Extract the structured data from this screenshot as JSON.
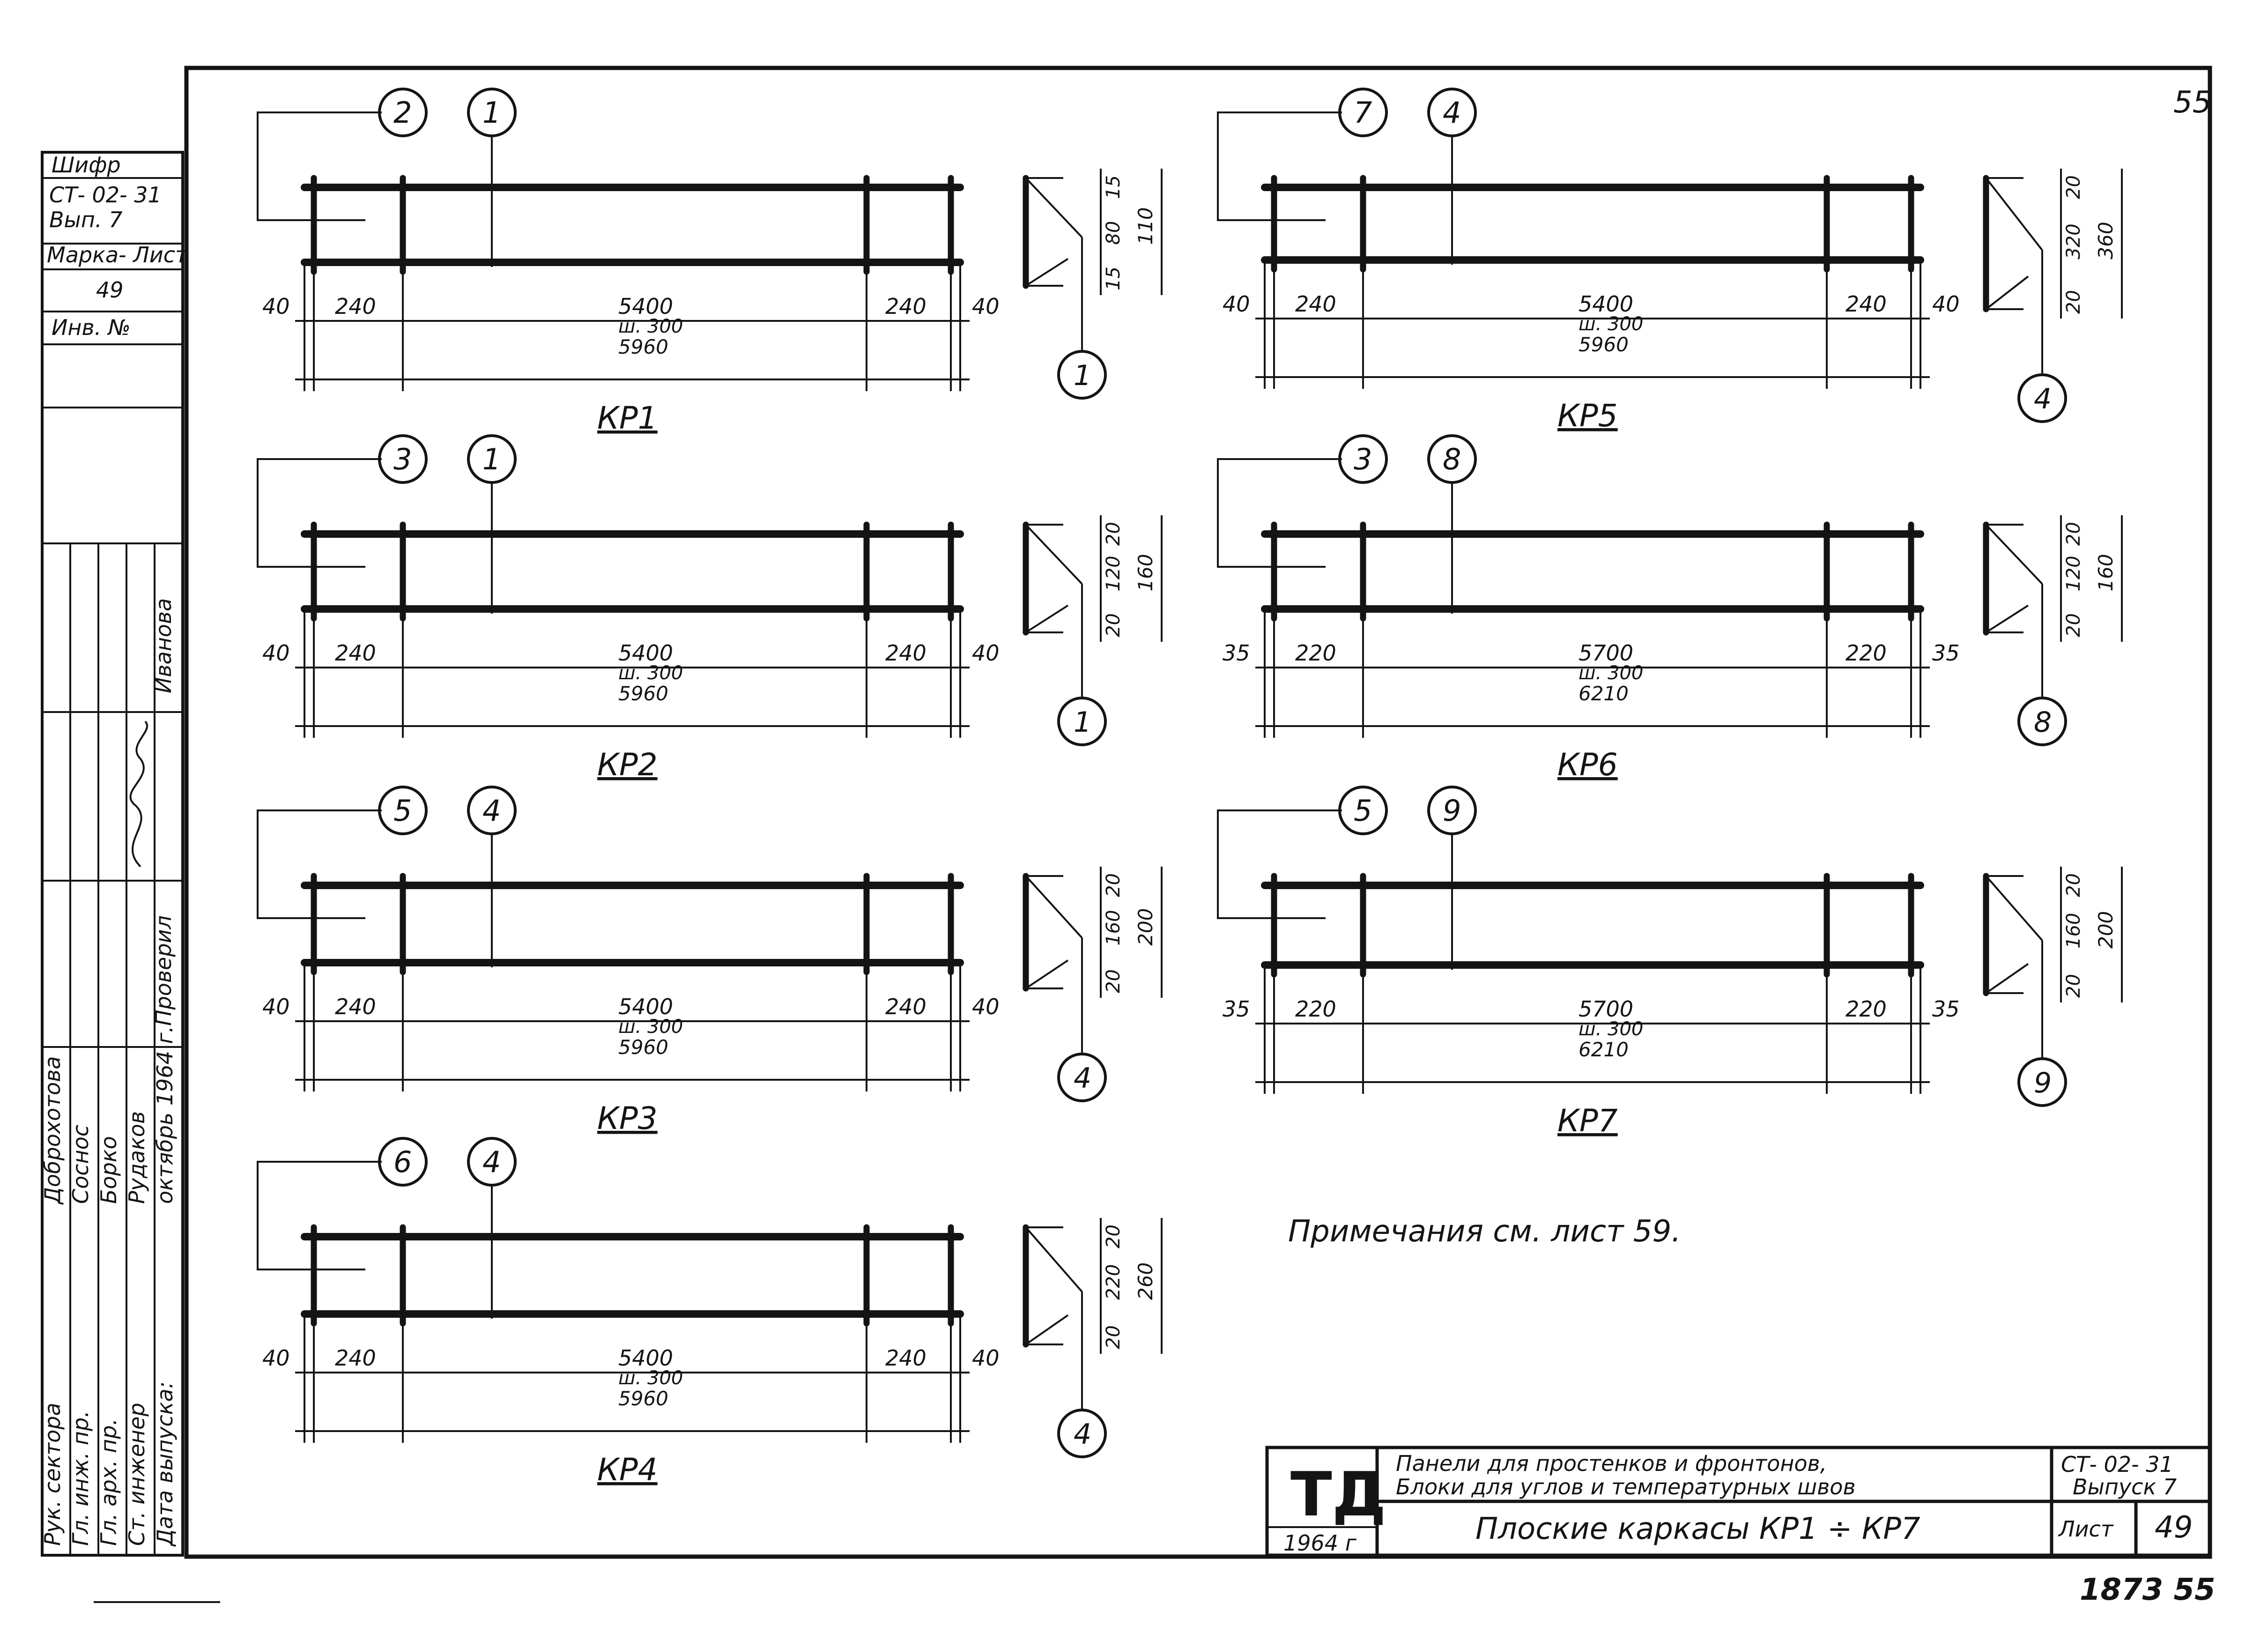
{
  "sheet": {
    "page_number": "55",
    "note": "Примечания  см. лист 59.",
    "footer_number": "1873 55"
  },
  "side_stamp": {
    "cipher_label": "Шифр",
    "series_line1": "СТ- 02- 31",
    "series_line2": "Вып. 7",
    "mark_label": "Марка- Лист",
    "mark_value": "49",
    "inv_label": "Инв. №",
    "rows": [
      {
        "role": "Рук. сектора",
        "name": "Доброхотова"
      },
      {
        "role": "Гл. инж. пр.",
        "name": "Соснос"
      },
      {
        "role": "Гл. арх. пр.",
        "name": "Борко"
      },
      {
        "role": "Ст. инженер",
        "name": "Рудаков"
      },
      {
        "role": "Дата выпуска:",
        "name": "октябрь 1964 г."
      }
    ],
    "checked_label": "Проверил",
    "checker_name": "Иванова"
  },
  "title_block": {
    "logo": "ТД",
    "year": "1964 г",
    "line1": "Панели для простенков и фронтонов,",
    "line2": "Блоки для углов и температурных швов",
    "drawing_title": "Плоские каркасы КР1 ÷ КР7",
    "series": "СТ- 02- 31",
    "issue": "Выпуск 7",
    "sheet_label": "Лист",
    "sheet_value": "49"
  },
  "frames": [
    {
      "name": "КР1",
      "bubble_left": "2",
      "bubble_right": "1",
      "end": "40",
      "side": "240",
      "middle": "5400",
      "pitch": "ш. 300",
      "total": "5960",
      "section": {
        "top": "15",
        "mid": "80",
        "bottom": "15",
        "height": "110",
        "mark": "1"
      }
    },
    {
      "name": "КР2",
      "bubble_left": "3",
      "bubble_right": "1",
      "end": "40",
      "side": "240",
      "middle": "5400",
      "pitch": "ш. 300",
      "total": "5960",
      "section": {
        "top": "20",
        "mid": "120",
        "bottom": "20",
        "height": "160",
        "mark": "1"
      }
    },
    {
      "name": "КР3",
      "bubble_left": "5",
      "bubble_right": "4",
      "end": "40",
      "side": "240",
      "middle": "5400",
      "pitch": "ш. 300",
      "total": "5960",
      "section": {
        "top": "20",
        "mid": "160",
        "bottom": "20",
        "height": "200",
        "mark": "4"
      }
    },
    {
      "name": "КР4",
      "bubble_left": "6",
      "bubble_right": "4",
      "end": "40",
      "side": "240",
      "middle": "5400",
      "pitch": "ш. 300",
      "total": "5960",
      "section": {
        "top": "20",
        "mid": "220",
        "bottom": "20",
        "height": "260",
        "mark": "4"
      }
    },
    {
      "name": "КР5",
      "bubble_left": "7",
      "bubble_right": "4",
      "end": "40",
      "side": "240",
      "middle": "5400",
      "pitch": "ш. 300",
      "total": "5960",
      "section": {
        "top": "20",
        "mid": "320",
        "bottom": "20",
        "height": "360",
        "mark": "4"
      }
    },
    {
      "name": "КР6",
      "bubble_left": "3",
      "bubble_right": "8",
      "end": "35",
      "side": "220",
      "middle": "5700",
      "pitch": "ш. 300",
      "total": "6210",
      "section": {
        "top": "20",
        "mid": "120",
        "bottom": "20",
        "height": "160",
        "mark": "8"
      }
    },
    {
      "name": "КР7",
      "bubble_left": "5",
      "bubble_right": "9",
      "end": "35",
      "side": "220",
      "middle": "5700",
      "pitch": "ш. 300",
      "total": "6210",
      "section": {
        "top": "20",
        "mid": "160",
        "bottom": "20",
        "height": "200",
        "mark": "9"
      }
    }
  ]
}
